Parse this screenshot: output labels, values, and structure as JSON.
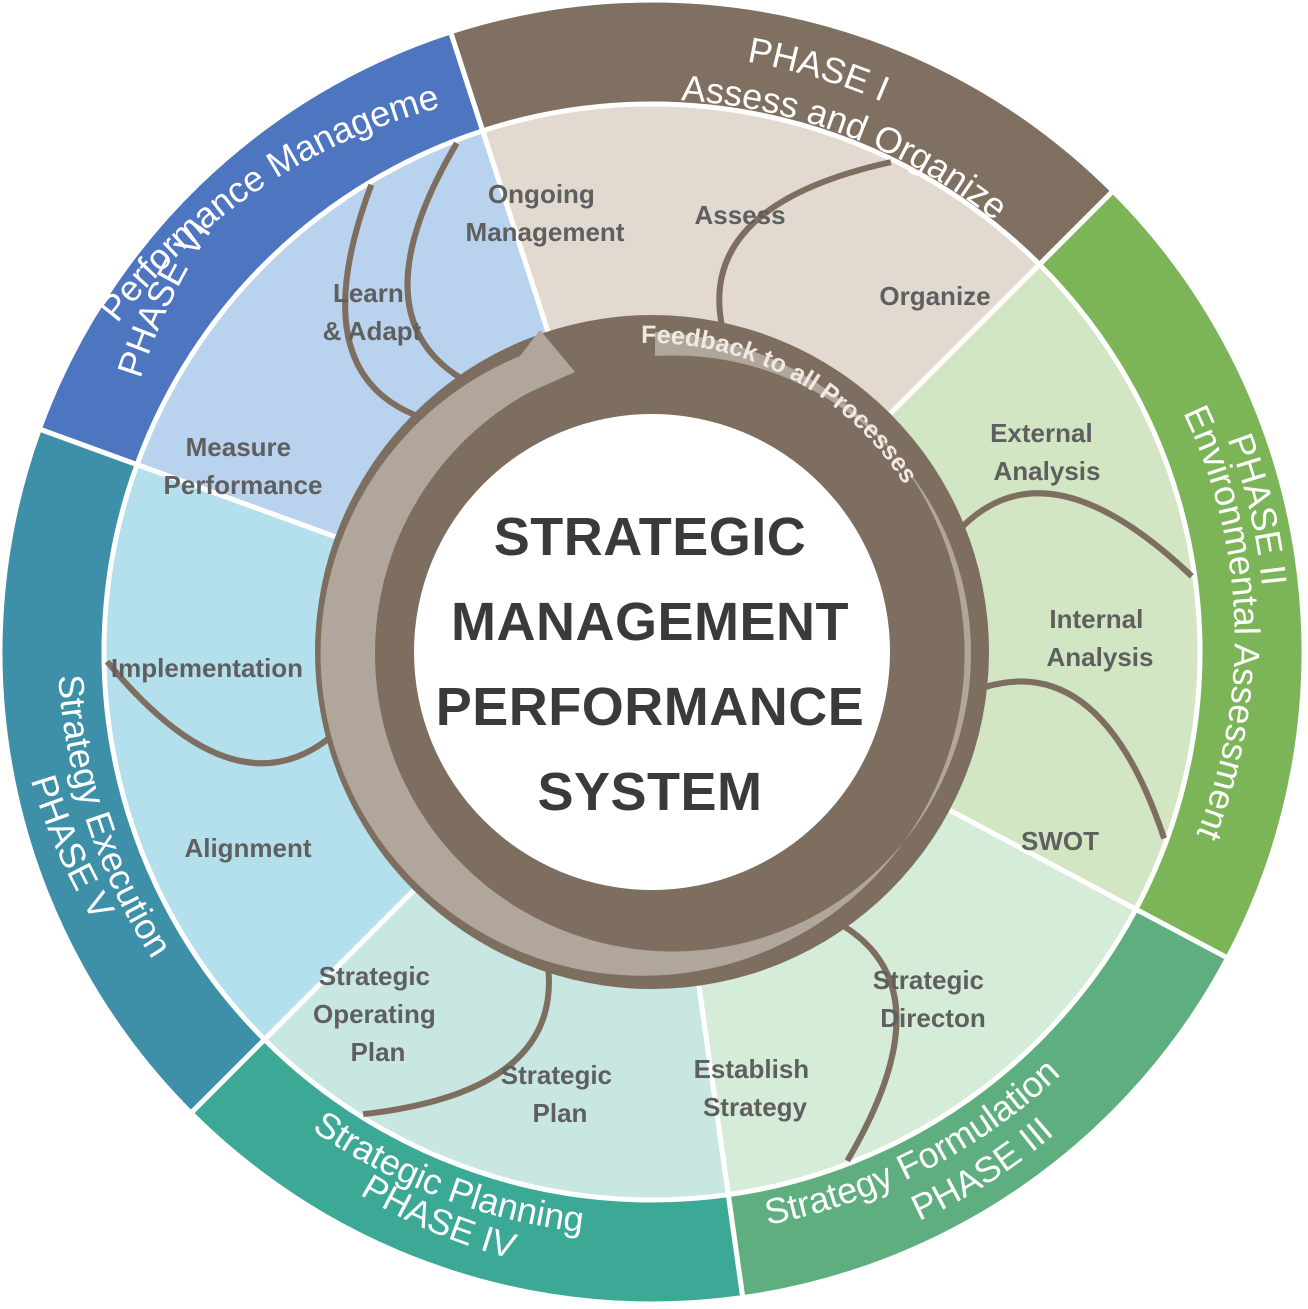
{
  "center": {
    "lines": [
      "STRATEGIC",
      "MANAGEMENT",
      "PERFORMANCE",
      "SYSTEM"
    ],
    "feedback_label": "Feedback to all Processes"
  },
  "colors": {
    "ring_brown": "#7d6e60",
    "ring_tan": "#b0a69b",
    "phase1": "#7f7061",
    "phase1_light": "#e2d9d1",
    "phase2": "#7cb458",
    "phase2_light": "#d3e6c4",
    "phase3": "#5fae7f",
    "phase3_light": "#d5ecd8",
    "phase4": "#3ca896",
    "phase4_light": "#c9e7e2",
    "phase5": "#3d90a8",
    "phase5_light": "#b3e0ec",
    "phase6": "#4d75c0",
    "phase6_light": "#b9d3ef"
  },
  "phases": [
    {
      "id": "phase1",
      "line1": "PHASE I",
      "line2": "Assess and Organize",
      "steps": [
        "Assess",
        "Organize"
      ]
    },
    {
      "id": "phase2",
      "line1": "PHASE II",
      "line2": "Environmental Assessment",
      "steps": [
        "External Analysis",
        "Internal Analysis",
        "SWOT"
      ]
    },
    {
      "id": "phase3",
      "line1": "Strategy Formulation",
      "line2": "PHASE III",
      "steps": [
        "Strategic Directon",
        "Establish Strategy"
      ]
    },
    {
      "id": "phase4",
      "line1": "Strategic Planning",
      "line2": "PHASE IV",
      "steps": [
        "Strategic Plan",
        "Strategic Operating Plan"
      ]
    },
    {
      "id": "phase5",
      "line1": "Strategy Execution",
      "line2": "PHASE V",
      "steps": [
        "Alignment",
        "Implementation"
      ]
    },
    {
      "id": "phase6",
      "line1": "PHASE VI",
      "line2": "Performance Management",
      "steps": [
        "Measure Performance",
        "Learn & Adapt",
        "Ongoing Management"
      ]
    }
  ]
}
